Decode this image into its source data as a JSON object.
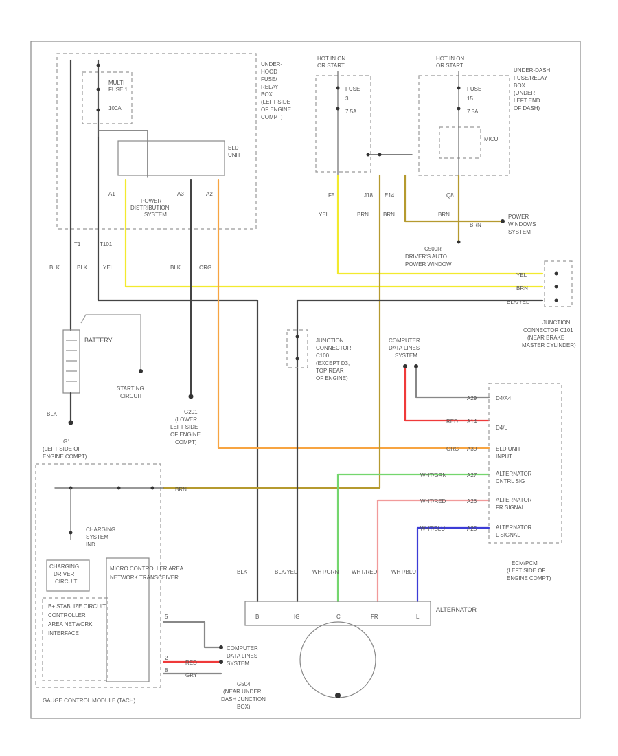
{
  "labels": {
    "under_hood_box": [
      "UNDER-",
      "HOOD",
      "FUSE/",
      "RELAY",
      "BOX",
      "(LEFT SIDE",
      "OF ENGINE",
      "COMPT)"
    ],
    "multi_fuse": [
      "MULTI",
      "FUSE 1"
    ],
    "fuse_100a": "100A",
    "elc_unit": [
      "ELD",
      "UNIT"
    ],
    "power_distribution": [
      "POWER",
      "DISTRIBUTION",
      "SYSTEM"
    ],
    "hot_in_on_1": [
      "HOT IN ON",
      "OR START"
    ],
    "hot_in_on_2": [
      "HOT IN ON",
      "OR START"
    ],
    "fuse_left": [
      "FUSE",
      "3",
      "7.5A"
    ],
    "fuse_right": [
      "FUSE",
      "15",
      "7.5A"
    ],
    "under_dash_box": [
      "UNDER-DASH",
      "FUSE/RELAY",
      "BOX",
      "(UNDER",
      "LEFT END",
      "OF DASH)"
    ],
    "micu": "MICU",
    "power_windows": [
      "POWER",
      "WINDOWS",
      "SYSTEM"
    ],
    "driver_window": [
      "C500R",
      "DRIVER'S AUTO",
      "POWER WINDOW"
    ],
    "battery": "BATTERY",
    "starting_circuit": [
      "STARTING",
      "CIRCUIT"
    ],
    "g201": [
      "G201",
      "(LOWER",
      "LEFT SIDE",
      "OF ENGINE",
      "COMPT)"
    ],
    "g1": [
      "G1",
      "(LEFT SIDE OF",
      "ENGINE COMPT)"
    ],
    "junction_c100": [
      "JUNCTION",
      "CONNECTOR",
      "C100",
      "(EXCEPT D3,",
      "TOP REAR",
      "OF ENGINE)"
    ],
    "junction_c101": [
      "JUNCTION",
      "CONNECTOR C101",
      "(NEAR BRAKE",
      "MASTER CYLINDER)"
    ],
    "computer_data_lines_1": [
      "COMPUTER",
      "DATA LINES",
      "SYSTEM"
    ],
    "ecm_pcm_pins": [
      "D4/A4",
      "D4/L",
      "ELD UNIT",
      "INPUT",
      "ALTERNATOR",
      "CNTRL SIG",
      "ALTERNATOR",
      "FR SIGNAL",
      "ALTERNATOR",
      "L SIGNAL"
    ],
    "ecm_pcm": [
      "ECM/PCM",
      "(LEFT SIDE OF",
      "ENGINE COMPT)"
    ],
    "charging_system": [
      "CHARGING",
      "SYSTEM",
      "IND"
    ],
    "gauge_module": "GAUGE CONTROL MODULE (TACH)",
    "alternator": "ALTERNATOR",
    "alt_terminals": [
      "B",
      "IG",
      "C",
      "FR",
      "L"
    ],
    "computer_data_lines_2": [
      "COMPUTER",
      "DATA LINES",
      "SYSTEM"
    ],
    "g504": [
      "G504",
      "(NEAR UNDER",
      "DASH JUNCTION",
      "BOX)"
    ],
    "gauge_inner": [
      "B+ STABLIZE CIRCUIT",
      "CONTROLLER",
      "AREA NETWORK",
      "INTERFACE",
      "MICRO CONTROLLER AREA",
      "NETWORK TRANSCEIVER"
    ],
    "gauge_driver": [
      "CHARGING",
      "DRIVER",
      "CIRCUIT"
    ],
    "wire_colors": [
      "BLK",
      "BLK",
      "YEL",
      "BLK",
      "ORG",
      "YEL",
      "BRN",
      "BRN",
      "BRN",
      "BRN",
      "YEL",
      "BRN",
      "BLK/YEL",
      "RED",
      "ORG",
      "WHT/GRN",
      "WHT/RED",
      "WHT/BLU",
      "BLK",
      "BLK/YEL",
      "WHT/GRN",
      "WHT/RED",
      "WHT/BLU",
      "BRN",
      "BLK",
      "RED",
      "GRY"
    ],
    "pin_ids": [
      "A1",
      "A3",
      "A2",
      "F5",
      "J18",
      "E14",
      "Q8",
      "T1",
      "T101",
      "A29",
      "A14",
      "A30",
      "A27",
      "A26",
      "A25",
      "5",
      "2",
      "8"
    ]
  },
  "colors": {
    "blk": "#444444",
    "yel": "#f2ea2e",
    "org": "#f7a441",
    "brn": "#b59a2f",
    "red": "#ef3a3a",
    "grn": "#74d66e",
    "wht_red": "#f19a9a",
    "blu": "#3c3cd6",
    "gry": "#888888"
  }
}
